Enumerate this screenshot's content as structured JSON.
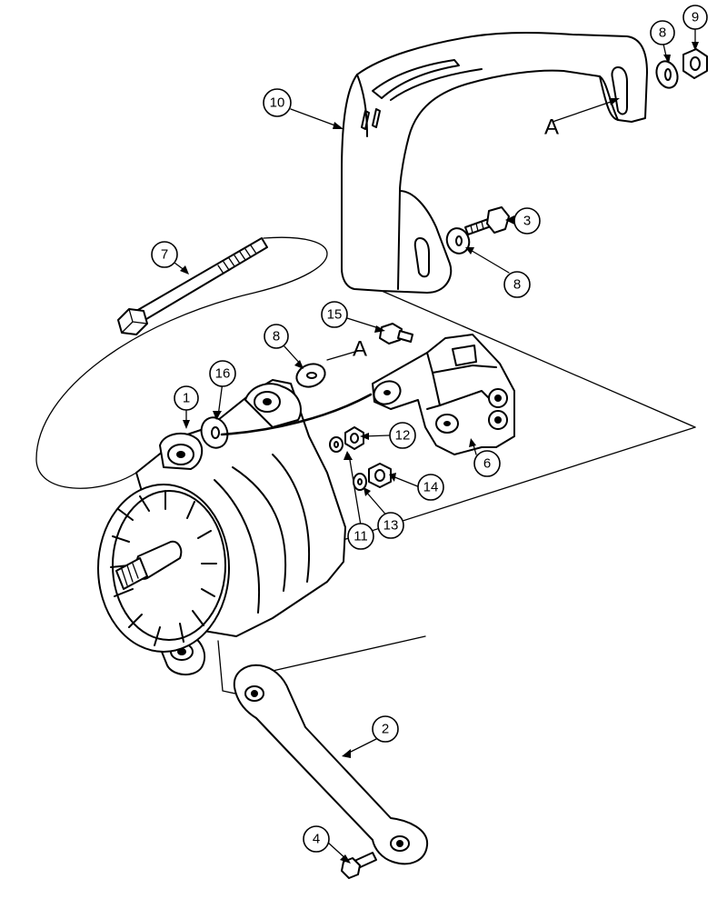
{
  "callouts": {
    "c1": "1",
    "c2": "2",
    "c3": "3",
    "c4": "4",
    "c6": "6",
    "c7": "7",
    "c8a": "8",
    "c8b": "8",
    "c8c": "8",
    "c9": "9",
    "c10": "10",
    "c11": "11",
    "c12": "12",
    "c13": "13",
    "c14": "14",
    "c15": "15",
    "c16": "16"
  },
  "reference_marks": {
    "upper": "A",
    "lower": "A"
  }
}
